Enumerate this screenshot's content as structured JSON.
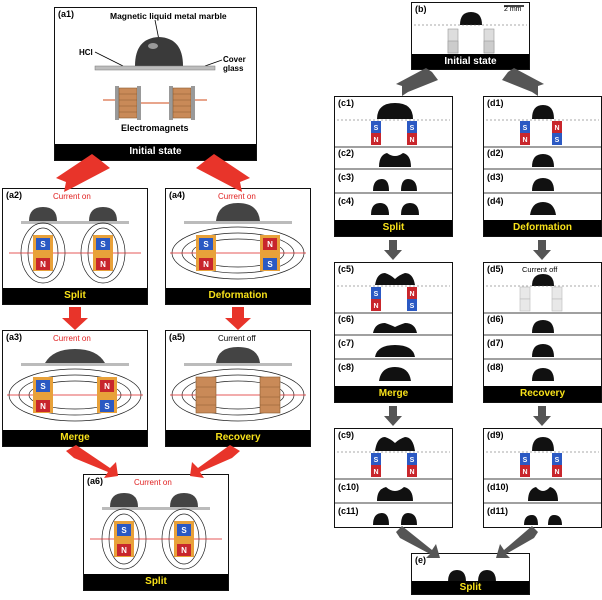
{
  "colors": {
    "title_yellow": "#f7e11a",
    "title_white": "#ffffff",
    "annotation_red": "#e02020",
    "arrow_red": "#e8342a",
    "arrow_gray": "#555555",
    "pole_blue": "#2b59c3",
    "pole_red": "#c8262c",
    "coil_copper": "#c98a58",
    "coil_heat": "#e8a13a",
    "droplet": "#111111"
  },
  "left": {
    "a1": {
      "label": "(a1)",
      "marble_label": "Magnetic liquid metal marble",
      "hcl_label": "HCl",
      "cover_label": "Cover\nglass",
      "electromagnets_label": "Electromagnets",
      "title": "Initial state"
    },
    "a2": {
      "label": "(a2)",
      "annotation": "Current on",
      "title": "Split"
    },
    "a3": {
      "label": "(a3)",
      "annotation": "Current on",
      "title": "Merge"
    },
    "a4": {
      "label": "(a4)",
      "annotation": "Current on",
      "title": "Deformation"
    },
    "a5": {
      "label": "(a5)",
      "annotation": "Current off",
      "title": "Recovery"
    },
    "a6": {
      "label": "(a6)",
      "annotation": "Current on",
      "title": "Split"
    }
  },
  "right": {
    "b": {
      "label": "(b)",
      "scale_label": "2 mm",
      "title": "Initial state"
    },
    "c_block1": {
      "rows": [
        "(c1)",
        "(c2)",
        "(c3)",
        "(c4)"
      ],
      "title": "Split"
    },
    "c_block2": {
      "rows": [
        "(c5)",
        "(c6)",
        "(c7)",
        "(c8)"
      ],
      "title": "Merge"
    },
    "c_block3": {
      "rows": [
        "(c9)",
        "(c10)",
        "(c11)"
      ]
    },
    "d_block1": {
      "rows": [
        "(d1)",
        "(d2)",
        "(d3)",
        "(d4)"
      ],
      "title": "Deformation"
    },
    "d_block2": {
      "rows": [
        "(d5)",
        "(d6)",
        "(d7)",
        "(d8)"
      ],
      "annotation": "Current off",
      "title": "Recovery"
    },
    "d_block3": {
      "rows": [
        "(d9)",
        "(d10)",
        "(d11)"
      ]
    },
    "e": {
      "label": "(e)",
      "title": "Split"
    }
  },
  "poles": {
    "s": "S",
    "n": "N"
  }
}
